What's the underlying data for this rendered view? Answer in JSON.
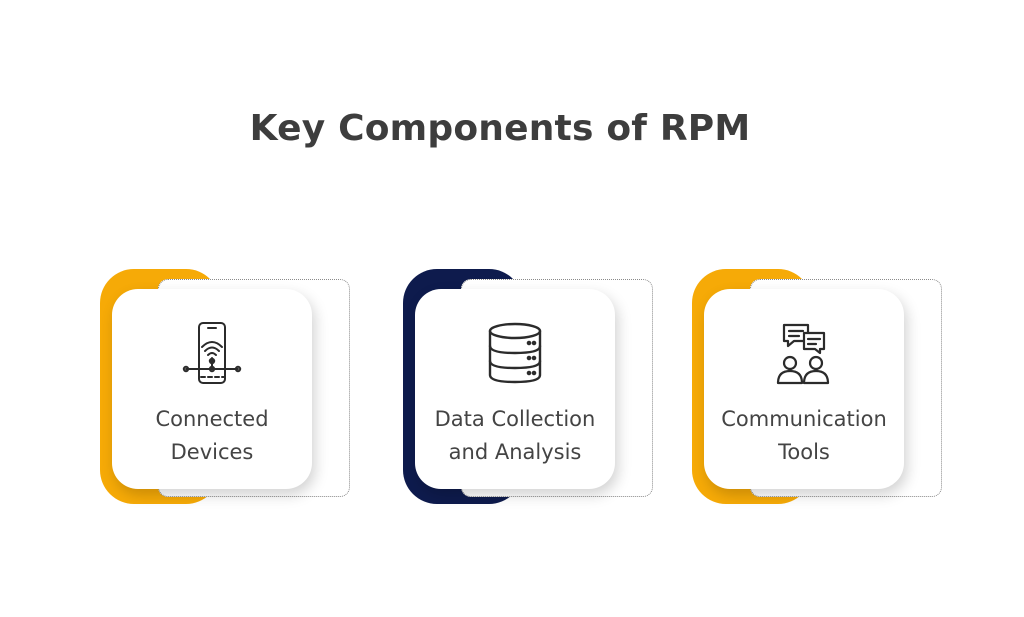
{
  "title": "Key Components of RPM",
  "colors": {
    "yellow": "#f6aa07",
    "navy": "#0e1b4d",
    "text": "#3d3d3d"
  },
  "components": [
    {
      "icon": "smartphone-wifi-icon",
      "accent": "#f6aa07",
      "label_line1": "Connected",
      "label_line2": "Devices"
    },
    {
      "icon": "database-icon",
      "accent": "#0e1b4d",
      "label_line1": "Data Collection",
      "label_line2": "and Analysis"
    },
    {
      "icon": "users-chat-icon",
      "accent": "#f6aa07",
      "label_line1": "Communication",
      "label_line2": "Tools"
    }
  ]
}
